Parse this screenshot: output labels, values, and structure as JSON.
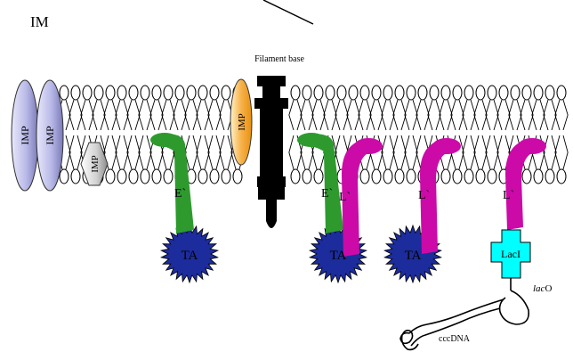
{
  "labels": {
    "im": "IM",
    "filament_base": "Filament base",
    "imp": "IMP",
    "e_prime": "E`",
    "l_prime": "L`",
    "ta": "TA",
    "laci": "LacI",
    "laco_italic": "lac",
    "laco_suffix": "O",
    "cccdna": "cccDNA"
  },
  "colors": {
    "imp_lavender": "#b9b9e8",
    "imp_gray": "#d6d6d6",
    "imp_orange": "#f7a93b",
    "filament": "#000000",
    "e_protein": "#2e9a2e",
    "l_protein": "#cc0aa8",
    "ta": "#1c2c9c",
    "laci": "#00ffff"
  },
  "icons": {
    "imp": "ellipse-protein",
    "ta": "spiky-star",
    "laci": "cross-shape",
    "dna": "looped-dna"
  }
}
